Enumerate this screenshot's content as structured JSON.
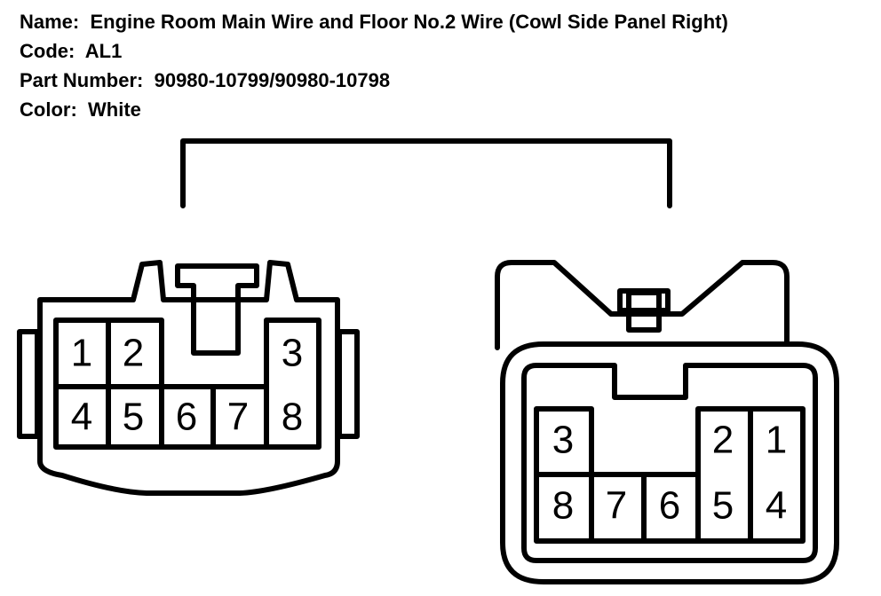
{
  "info": {
    "name_label": "Name:",
    "name_value": "Engine Room Main Wire and Floor No.2 Wire (Cowl Side Panel Right)",
    "code_label": "Code:",
    "code_value": "AL1",
    "part_label": "Part Number:",
    "part_value": "90980-10799/90980-10798",
    "color_label": "Color:",
    "color_value": "White"
  },
  "left_connector": {
    "pins_top": [
      "1",
      "2",
      "3"
    ],
    "pins_bottom": [
      "4",
      "5",
      "6",
      "7",
      "8"
    ]
  },
  "right_connector": {
    "pins_top": [
      "3",
      "2",
      "1"
    ],
    "pins_bottom": [
      "8",
      "7",
      "6",
      "5",
      "4"
    ]
  }
}
